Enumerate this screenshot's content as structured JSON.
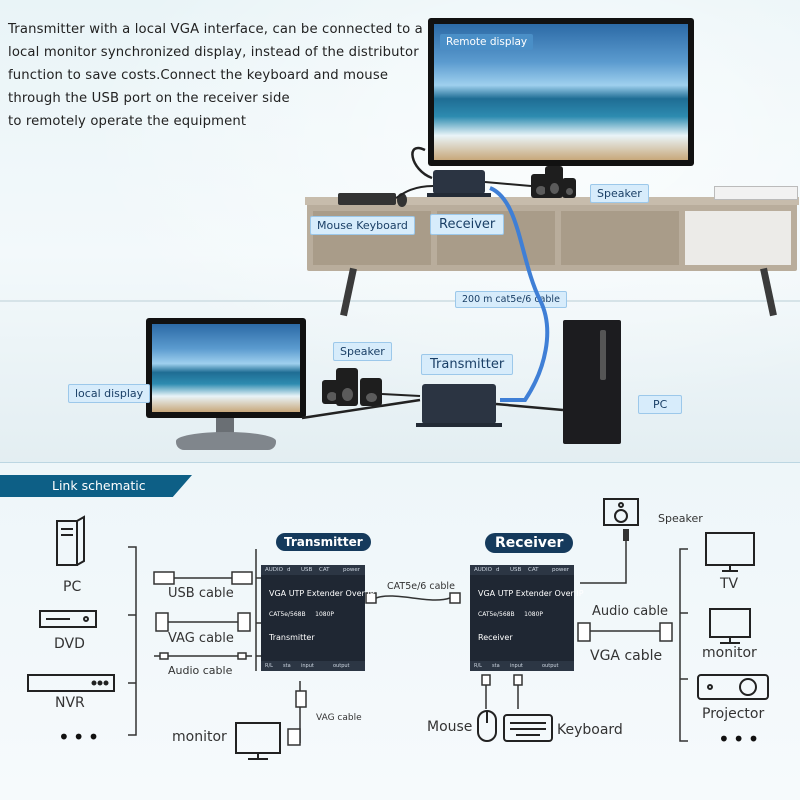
{
  "intro": {
    "lines": [
      "Transmitter with a local VGA interface, can be connected to a",
      "local monitor synchronized display, instead of the distributor",
      "function to save costs.Connect the keyboard and mouse",
      "through the USB port on the receiver side",
      "to remotely operate the equipment"
    ]
  },
  "scene": {
    "remote_display": "Remote display",
    "speaker_top": "Speaker",
    "mouse_keyboard": "Mouse Keyboard",
    "receiver": "Receiver",
    "cable": "200 m cat5e/6 cable",
    "speaker_bottom": "Speaker",
    "transmitter": "Transmitter",
    "local_display": "local display",
    "pc": "PC"
  },
  "schematic": {
    "title": "Link schematic",
    "sources": [
      "PC",
      "DVD",
      "NVR"
    ],
    "sources_more": "•••",
    "tx_cables": [
      "USB cable",
      "VAG cable",
      "Audio cable"
    ],
    "transmitter_pill": "Transmitter",
    "receiver_pill": "Receiver",
    "tx_box": {
      "header": [
        "AUDIO",
        "d",
        "USB",
        "CAT",
        "power"
      ],
      "title": "VGA UTP Extender Over IP",
      "spec_left": "CAT5e/568B",
      "spec_right": "1080P",
      "role": "Transmitter",
      "footer": [
        "R/L",
        "sta",
        "input",
        "output"
      ]
    },
    "rx_box": {
      "header": [
        "AUDIO",
        "d",
        "USB",
        "CAT",
        "power"
      ],
      "title": "VGA UTP Extender Over IP",
      "spec_left": "CAT5e/568B",
      "spec_right": "1080P",
      "role": "Receiver",
      "footer": [
        "R/L",
        "sta",
        "input",
        "output"
      ]
    },
    "link_cable": "CAT5e/6 cable",
    "tx_vga_cable": "VAG cable",
    "local_monitor": "monitor",
    "speaker": "Speaker",
    "rx_audio_cable": "Audio cable",
    "rx_vga_cable": "VGA cable",
    "mouse": "Mouse",
    "keyboard": "Keyboard",
    "outputs": [
      "TV",
      "monitor",
      "Projector"
    ],
    "outputs_more": "•••"
  },
  "colors": {
    "accent_dark": "#153a5c",
    "header_blue": "#0d5f86",
    "tag_bg": "#d7ecfb",
    "cable_blue": "#3f7fd6"
  },
  "icons": [
    "pc-tower-icon",
    "dvd-player-icon",
    "nvr-icon",
    "usb-cable-icon",
    "vga-cable-icon",
    "audio-cable-icon",
    "rj45-plug-icon",
    "monitor-icon",
    "speaker-icon",
    "tv-icon",
    "projector-icon",
    "mouse-icon",
    "keyboard-icon"
  ]
}
